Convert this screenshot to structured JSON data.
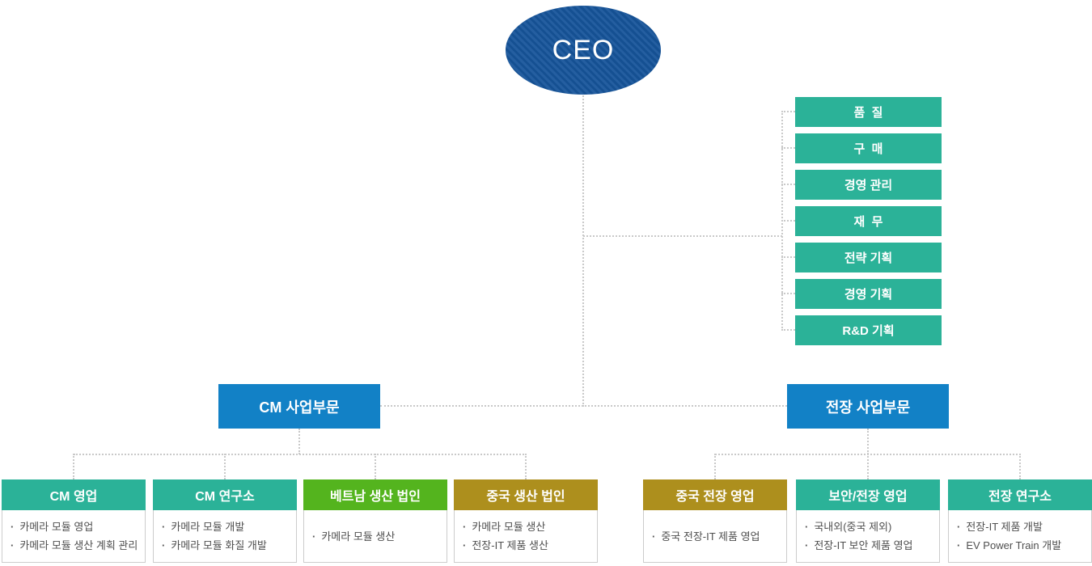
{
  "colors": {
    "teal": "#2bb298",
    "green": "#54b41e",
    "gold": "#ad8f1d",
    "division-blue": "#1281c6",
    "ceo-blue": "#16549a",
    "line": "#c9c9c9"
  },
  "ceo": {
    "label": "CEO"
  },
  "staff": {
    "items": [
      "품  질",
      "구  매",
      "경영 관리",
      "재  무",
      "전략 기획",
      "경영 기획",
      "R&D 기획"
    ]
  },
  "divisions": [
    {
      "label": "CM 사업부문",
      "children": [
        {
          "title": "CM 영업",
          "items": [
            "카메라 모듈 영업",
            "카메라 모듈 생산 계획 관리"
          ]
        },
        {
          "title": "CM 연구소",
          "items": [
            "카메라 모듈 개발",
            "카메라 모듈 화질 개발"
          ]
        },
        {
          "title": "베트남 생산 법인",
          "items": [
            "카메라 모듈 생산"
          ]
        },
        {
          "title": "중국 생산 법인",
          "items": [
            "카메라 모듈 생산",
            "전장-IT 제품 생산"
          ]
        }
      ]
    },
    {
      "label": "전장 사업부문",
      "children": [
        {
          "title": "중국 전장 영업",
          "items": [
            "중국 전장-IT 제품 영업"
          ]
        },
        {
          "title": "보안/전장 영업",
          "items": [
            "국내외(중국 제외)",
            "전장-IT 보안 제품 영업"
          ]
        },
        {
          "title": "전장 연구소",
          "items": [
            "전장-IT 제품 개발",
            "EV Power Train 개발"
          ]
        }
      ]
    }
  ]
}
